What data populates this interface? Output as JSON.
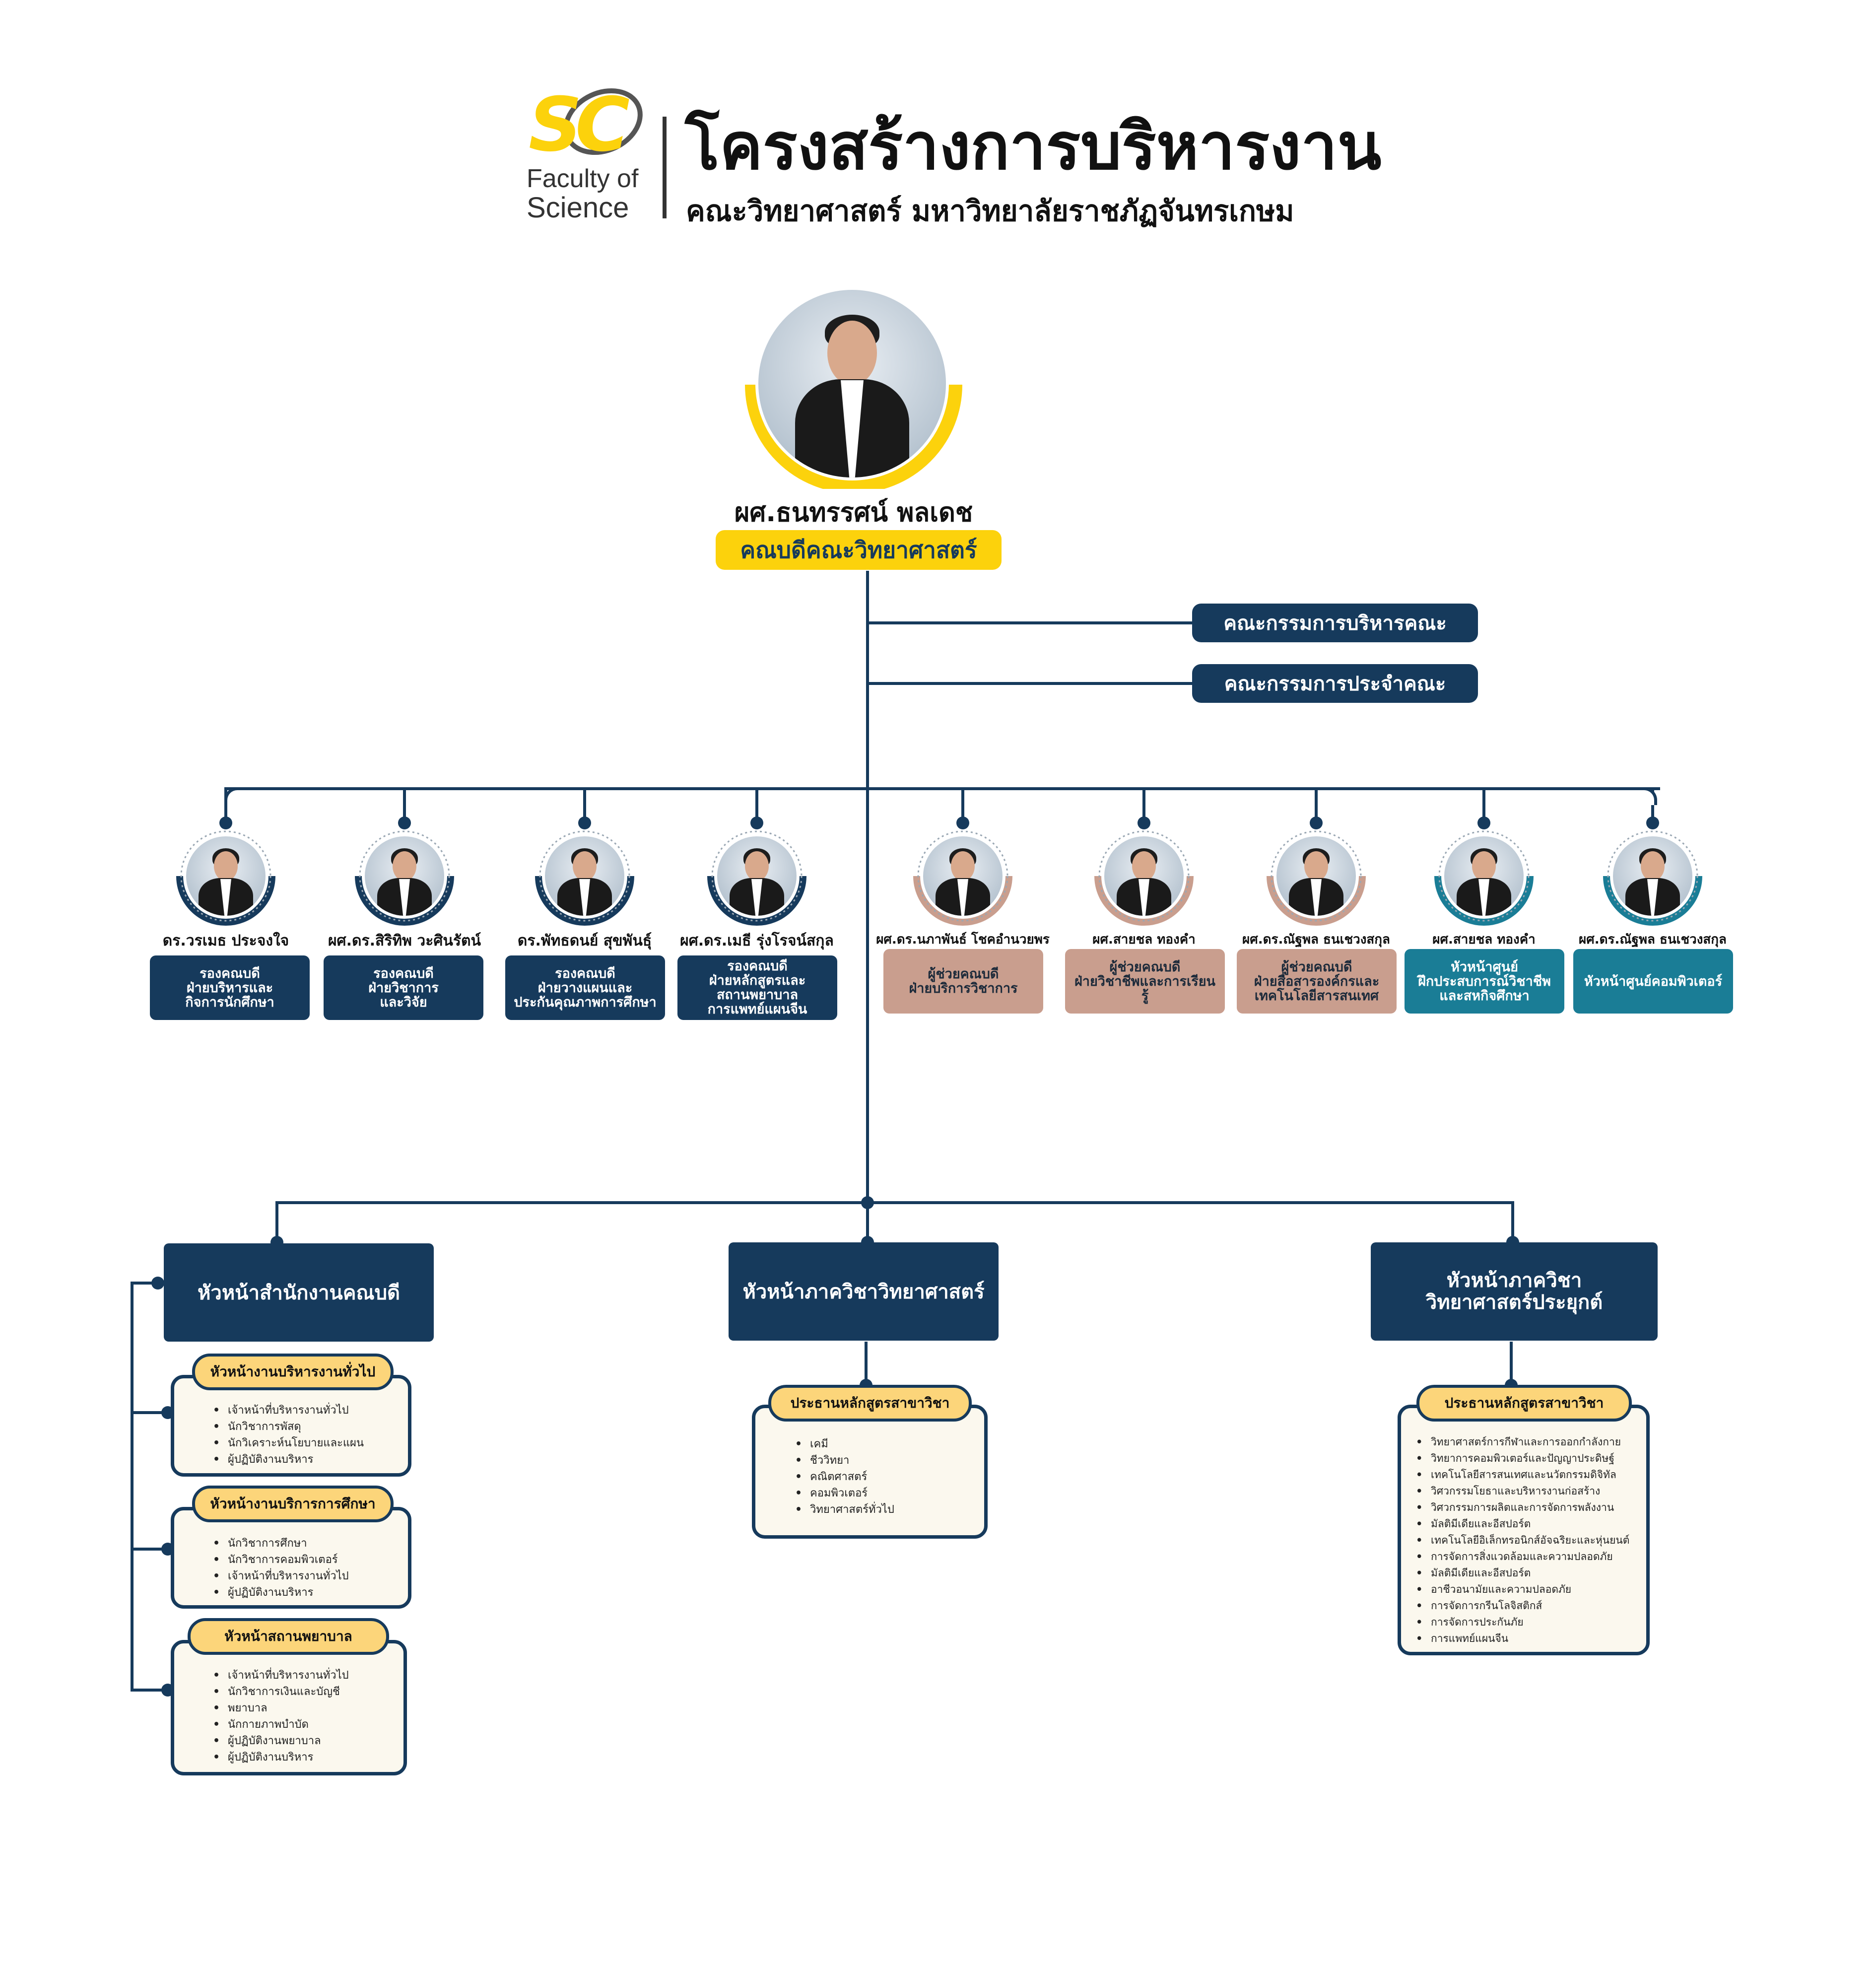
{
  "header": {
    "logo_text": "SC",
    "logo_line1": "Faculty of",
    "logo_line2": "Science",
    "title": "โครงสร้างการบริหารงาน",
    "subtitle": "คณะวิทยาศาสตร์ มหาวิทยาลัยราชภัฏจันทรเกษม"
  },
  "dean": {
    "name": "ผศ.ธนทรรศน์ พลเดช",
    "position": "คณบดีคณะวิทยาศาสตร์"
  },
  "committees": [
    "คณะกรรมการบริหารคณะ",
    "คณะกรรมการประจำคณะ"
  ],
  "executives": [
    {
      "name": "ดร.วรเมธ ประจงใจ",
      "position": "รองคณบดี\nฝ่ายบริหารและ\nกิจการนักศึกษา",
      "role": "vice"
    },
    {
      "name": "ผศ.ดร.สิริทิพ วะศินรัตน์",
      "position": "รองคณบดี\nฝ่ายวิชาการ\nและวิจัย",
      "role": "vice"
    },
    {
      "name": "ดร.พัทธดนย์ สุขพันธุ์",
      "position": "รองคณบดี\nฝ่ายวางแผนและ\nประกันคุณภาพการศึกษา",
      "role": "vice"
    },
    {
      "name": "ผศ.ดร.เมธี รุ่งโรจน์สกุล",
      "position": "รองคณบดี\nฝ่ายหลักสูตรและ\nสถานพยาบาล\nการแพทย์แผนจีน",
      "role": "vice"
    },
    {
      "name": "ผศ.ดร.นภาพันธ์ โชคอำนวยพร",
      "position": "ผู้ช่วยคณบดี\nฝ่ายบริการวิชาการ",
      "role": "assistant"
    },
    {
      "name": "ผศ.สายชล ทองคำ",
      "position": "ผู้ช่วยคณบดี\nฝ่ายวิชาชีพและการเรียนรู้",
      "role": "assistant"
    },
    {
      "name": "ผศ.ดร.ณัฐพล ธนเชวงสกุล",
      "position": "ผู้ช่วยคณบดี\nฝ่ายสื่อสารองค์กรและ\nเทคโนโลยีสารสนเทศ",
      "role": "assistant"
    },
    {
      "name": "ผศ.สายชล ทองคำ",
      "position": "หัวหน้าศูนย์\nฝึกประสบการณ์วิชาชีพ\nและสหกิจศึกษา",
      "role": "center"
    },
    {
      "name": "ผศ.ดร.ณัฐพล ธนเชวงสกุล",
      "position": "หัวหน้าศูนย์คอมพิวเตอร์",
      "role": "center"
    }
  ],
  "units": [
    {
      "title": "หัวหน้าสำนักงานคณบดี"
    },
    {
      "title": "หัวหน้าภาควิชาวิทยาศาสตร์"
    },
    {
      "title": "หัวหน้าภาควิชา\nวิทยาศาสตร์ประยุกต์"
    }
  ],
  "office_sections": [
    {
      "title": "หัวหน้างานบริหารงานทั่วไป",
      "items": [
        "เจ้าหน้าที่บริหารงานทั่วไป",
        "นักวิชาการพัสดุ",
        "นักวิเคราะห์นโยบายและแผน",
        "ผู้ปฏิบัติงานบริหาร"
      ]
    },
    {
      "title": "หัวหน้างานบริการการศึกษา",
      "items": [
        "นักวิชาการศึกษา",
        "นักวิชาการคอมพิวเตอร์",
        "เจ้าหน้าที่บริหารงานทั่วไป",
        "ผู้ปฏิบัติงานบริหาร"
      ]
    },
    {
      "title": "หัวหน้าสถานพยาบาล",
      "items": [
        "เจ้าหน้าที่บริหารงานทั่วไป",
        "นักวิชาการเงินและบัญชี",
        "พยาบาล",
        "นักกายภาพบำบัด",
        "ผู้ปฏิบัติงานพยาบาล",
        "ผู้ปฏิบัติงานบริหาร"
      ]
    }
  ],
  "science_programs": {
    "title": "ประธานหลักสูตรสาขาวิชา",
    "items": [
      "เคมี",
      "ชีววิทยา",
      "คณิตศาสตร์",
      "คอมพิวเตอร์",
      "วิทยาศาสตร์ทั่วไป"
    ]
  },
  "applied_programs": {
    "title": "ประธานหลักสูตรสาขาวิชา",
    "items": [
      "วิทยาศาสตร์การกีฬาและการออกกำลังกาย",
      "วิทยาการคอมพิวเตอร์และปัญญาประดิษฐ์",
      "เทคโนโลยีสารสนเทศและนวัตกรรมดิจิทัล",
      "วิศวกรรมโยธาและบริหารงานก่อสร้าง",
      "วิศวกรรมการผลิตและการจัดการพลังงาน",
      "มัลติมีเดียและอีสปอร์ต",
      "เทคโนโลยีอิเล็กทรอนิกส์อัจฉริยะและหุ่นยนต์",
      "การจัดการสิ่งแวดล้อมและความปลอดภัย",
      "มัลติมีเดียและอีสปอร์ต",
      "อาชีวอนามัยและความปลอดภัย",
      "การจัดการกรีนโลจิสติกส์",
      "การจัดการประกันภัย",
      "การแพทย์แผนจีน"
    ]
  },
  "colors": {
    "navy": "#163a5c",
    "yellow": "#fcd20c",
    "pink": "#c99e8e",
    "teal": "#1a7d96",
    "card_bg": "#fbf8ee",
    "section_title": "#fcd57a"
  }
}
